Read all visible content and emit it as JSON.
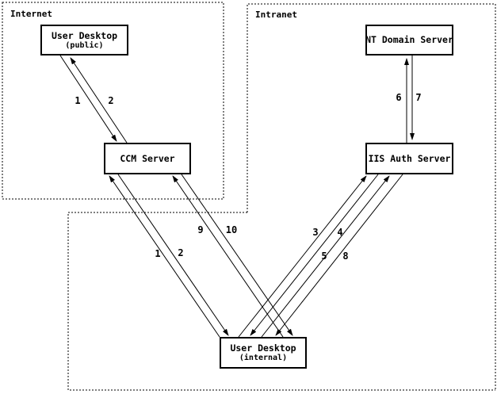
{
  "regions": {
    "internet": {
      "label": "Internet"
    },
    "intranet": {
      "label": "Intranet"
    }
  },
  "nodes": {
    "user_desktop_public": {
      "label": "User Desktop",
      "sublabel": "(public)"
    },
    "ccm_server": {
      "label": "CCM Server"
    },
    "nt_domain_server": {
      "label": "NT Domain Server"
    },
    "iis_auth_server": {
      "label": "IIS Auth Server"
    },
    "user_desktop_internal": {
      "label": "User Desktop",
      "sublabel": "(internal)"
    }
  },
  "edge_labels": {
    "internet_1": "1",
    "internet_2": "2",
    "ccm_internal_1": "1",
    "ccm_internal_2": "2",
    "ccm_internal_9": "9",
    "ccm_internal_10": "10",
    "iis_internal_3": "3",
    "iis_internal_4": "4",
    "iis_internal_5": "5",
    "iis_internal_8": "8",
    "nt_iis_6": "6",
    "nt_iis_7": "7"
  },
  "connections": [
    {
      "label": "1",
      "from": "user_desktop_public",
      "to": "ccm_server"
    },
    {
      "label": "2",
      "from": "ccm_server",
      "to": "user_desktop_public"
    },
    {
      "label": "1",
      "from": "user_desktop_internal",
      "to": "ccm_server"
    },
    {
      "label": "2",
      "from": "ccm_server",
      "to": "user_desktop_internal"
    },
    {
      "label": "9",
      "from": "user_desktop_internal",
      "to": "ccm_server"
    },
    {
      "label": "10",
      "from": "ccm_server",
      "to": "user_desktop_internal"
    },
    {
      "label": "3",
      "from": "user_desktop_internal",
      "to": "iis_auth_server"
    },
    {
      "label": "4",
      "from": "iis_auth_server",
      "to": "user_desktop_internal"
    },
    {
      "label": "5",
      "from": "user_desktop_internal",
      "to": "iis_auth_server"
    },
    {
      "label": "8",
      "from": "iis_auth_server",
      "to": "user_desktop_internal"
    },
    {
      "label": "6",
      "from": "iis_auth_server",
      "to": "nt_domain_server"
    },
    {
      "label": "7",
      "from": "nt_domain_server",
      "to": "iis_auth_server"
    }
  ],
  "colors": {
    "line": "#000000",
    "background": "#ffffff"
  }
}
